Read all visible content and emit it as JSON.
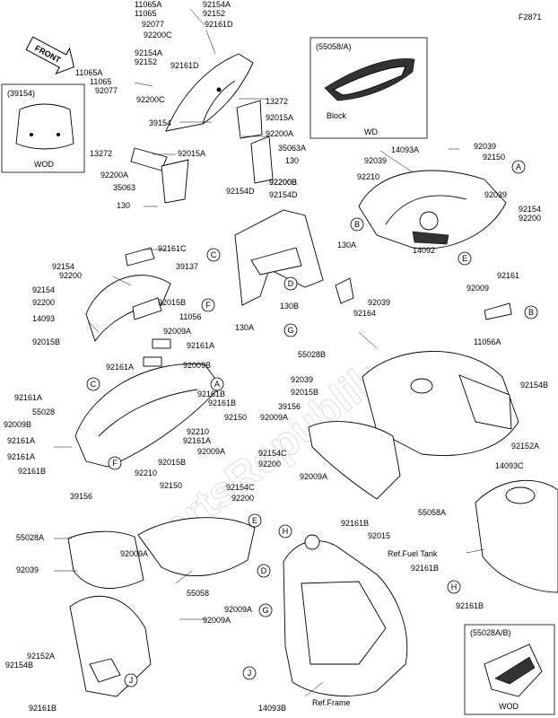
{
  "figure_id": "F2871",
  "front_label": "FRONT",
  "inset_boxes": [
    {
      "id": "inset-55058",
      "title": "(55058/A)",
      "caption": "Block",
      "sub": "WD"
    },
    {
      "id": "inset-39154",
      "title": "(39154)",
      "caption": "",
      "sub": "WOD"
    },
    {
      "id": "inset-55028",
      "title": "(55028A/B)",
      "caption": "",
      "sub": "WOD"
    }
  ],
  "reference_labels": [
    "Ref.Fuel Tank",
    "Ref.Frame"
  ],
  "watermark": "PartsRepublik",
  "part_labels": [
    "11065A",
    "92154A",
    "11065",
    "92152",
    "92077",
    "92161D",
    "92200C",
    "11065A",
    "92154A",
    "11065",
    "92152",
    "92161D",
    "92077",
    "92200C",
    "13272",
    "39154",
    "92015A",
    "92200A",
    "35063A",
    "130",
    "13272",
    "92015A",
    "92200A",
    "35063",
    "92200B",
    "92154D",
    "92200B",
    "92154D",
    "130",
    "14093A",
    "92039",
    "92039",
    "92150",
    "92210",
    "92039",
    "92154",
    "92200",
    "14092",
    "92161C",
    "39137",
    "130A",
    "92154",
    "92200",
    "92154",
    "92200",
    "14093",
    "92015B",
    "11056",
    "92009A",
    "92161A",
    "130B",
    "130A",
    "92039",
    "92164",
    "92009",
    "92161",
    "11056A",
    "92015B",
    "92161A",
    "92009B",
    "55028B",
    "92039",
    "92015B",
    "39156",
    "92009A",
    "92161A",
    "55028",
    "92161B",
    "92161B",
    "92150",
    "92210",
    "92161A",
    "92009B",
    "92161A",
    "92161A",
    "92161B",
    "92210",
    "92150",
    "39156",
    "92015B",
    "92009A",
    "92154C",
    "92200",
    "92154C",
    "92200",
    "92009A",
    "92154B",
    "92152A",
    "14093C",
    "55058A",
    "92161B",
    "92015",
    "55028A",
    "92039",
    "92009A",
    "55058",
    "92009A",
    "92009A",
    "92161B",
    "92161B",
    "14093B",
    "92154B",
    "92152A",
    "92161B"
  ],
  "callout_letters": [
    "A",
    "B",
    "C",
    "D",
    "E",
    "F",
    "G",
    "H",
    "J",
    "A",
    "B",
    "C",
    "D",
    "E",
    "F",
    "G",
    "H",
    "J"
  ]
}
